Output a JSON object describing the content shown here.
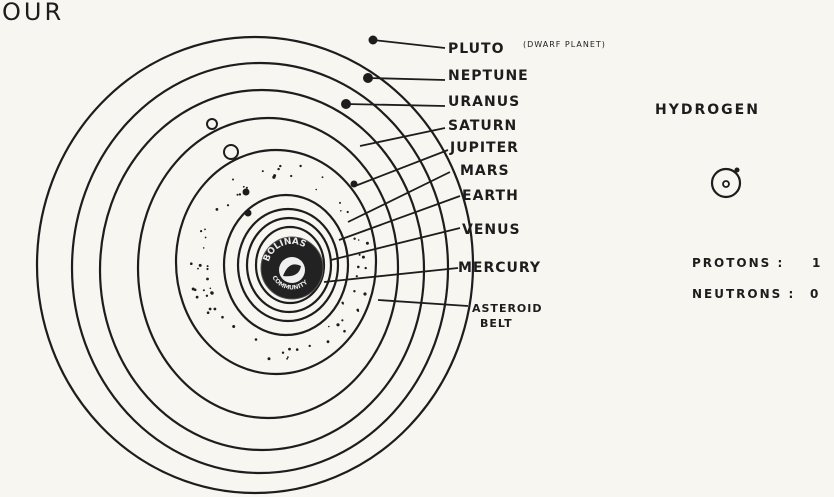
{
  "title": "OUR",
  "planets": [
    {
      "name": "PLUTO",
      "note": "(DWARF PLANET)"
    },
    {
      "name": "NEPTUNE"
    },
    {
      "name": "URANUS"
    },
    {
      "name": "SATURN"
    },
    {
      "name": "JUPITER"
    },
    {
      "name": "MARS"
    },
    {
      "name": "EARTH"
    },
    {
      "name": "VENUS"
    },
    {
      "name": "MERCURY"
    }
  ],
  "asteroid_belt": {
    "line1": "ASTEROID",
    "line2": "BELT"
  },
  "sun_logo": {
    "top": "BOLINAS",
    "bottom": "COMMUNITY"
  },
  "element": {
    "name": "HYDROGEN",
    "protons_label": "PROTONS :",
    "protons_value": "1",
    "neutrons_label": "NEUTRONS :",
    "neutrons_value": "0"
  }
}
